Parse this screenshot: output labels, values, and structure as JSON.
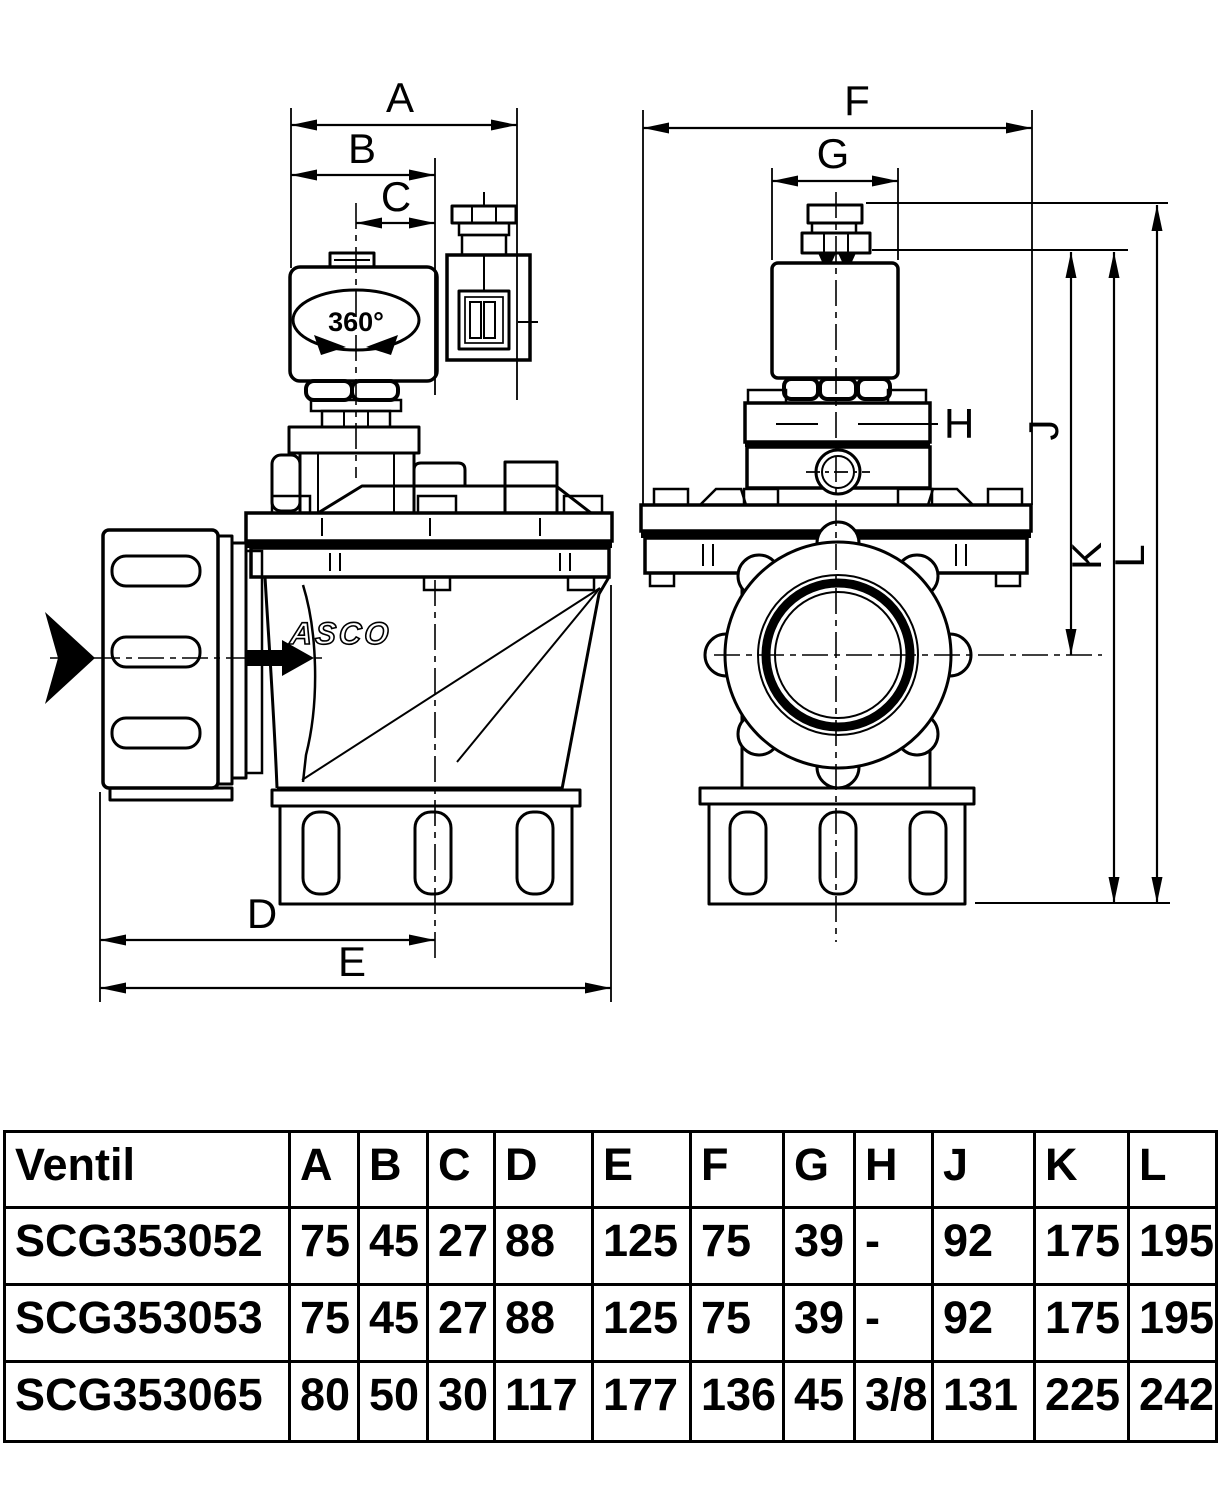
{
  "drawing": {
    "dim_labels": {
      "A": "A",
      "B": "B",
      "C": "C",
      "D": "D",
      "E": "E",
      "F": "F",
      "G": "G",
      "H": "H",
      "J": "J",
      "K": "K",
      "L": "L"
    },
    "annotations": {
      "rotation_range": "360°",
      "brand_logo": "ASCO"
    }
  },
  "table": {
    "header": [
      "Ventil",
      "A",
      "B",
      "C",
      "D",
      "E",
      "F",
      "G",
      "H",
      "J",
      "K",
      "L"
    ],
    "rows": [
      [
        "SCG353052",
        "75",
        "45",
        "27",
        "88",
        "125",
        "75",
        "39",
        "-",
        "92",
        "175",
        "195"
      ],
      [
        "SCG353053",
        "75",
        "45",
        "27",
        "88",
        "125",
        "75",
        "39",
        "-",
        "92",
        "175",
        "195"
      ],
      [
        "SCG353065",
        "80",
        "50",
        "30",
        "117",
        "177",
        "136",
        "45",
        "3/8",
        "131",
        "225",
        "242"
      ]
    ]
  },
  "colors": {
    "ink": "#000000",
    "paper": "#ffffff"
  }
}
